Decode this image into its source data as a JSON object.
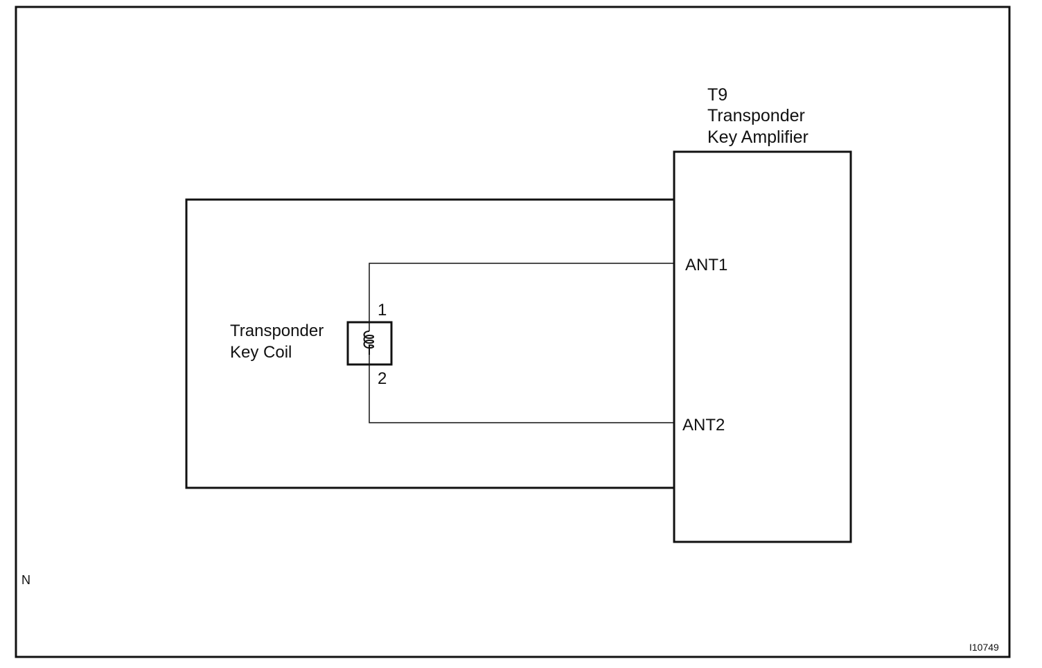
{
  "amplifier": {
    "code": "T9",
    "name_line1": "Transponder",
    "name_line2": "Key Amplifier",
    "pin_ant1": "ANT1",
    "pin_ant2": "ANT2"
  },
  "coil": {
    "name_line1": "Transponder",
    "name_line2": "Key Coil",
    "pin_1": "1",
    "pin_2": "2"
  },
  "corner_mark": "N",
  "figure_id": "I10749",
  "colors": {
    "line": "#111111",
    "background": "#ffffff"
  }
}
